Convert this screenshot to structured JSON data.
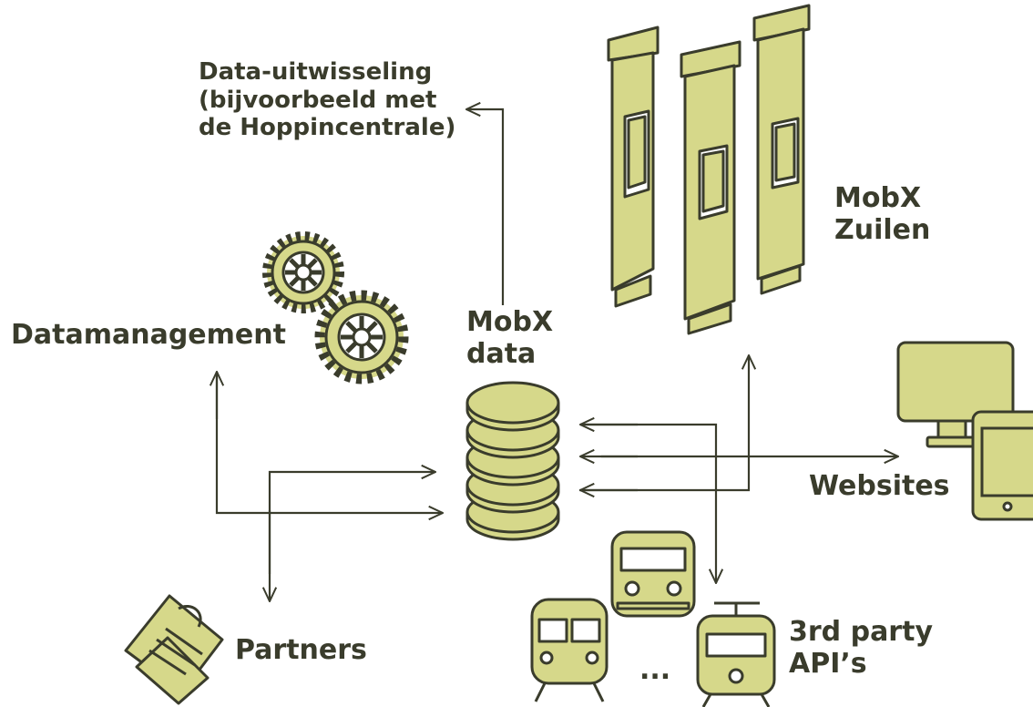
{
  "labels": {
    "exchange": [
      "Data-uitwisseling",
      "(bijvoorbeeld met",
      "de Hoppincentrale)"
    ],
    "columns": [
      "MobX",
      "Zuilen"
    ],
    "datamanagement": "Datamanagement",
    "mobx_data": [
      "MobX",
      "data"
    ],
    "websites": "Websites",
    "partners": "Partners",
    "third_party": [
      "3rd party",
      "API’s"
    ],
    "ellipsis": "..."
  },
  "colors": {
    "fill": "#d6d88a",
    "stroke": "#3a3c2c",
    "text": "#3a3c2c",
    "background": "#ffffff"
  },
  "icons": [
    "gear-icon",
    "database-icon",
    "kiosk-icon",
    "monitor-icon",
    "tablet-icon",
    "handshake-icon",
    "tram-icon",
    "bus-icon",
    "train-icon"
  ]
}
